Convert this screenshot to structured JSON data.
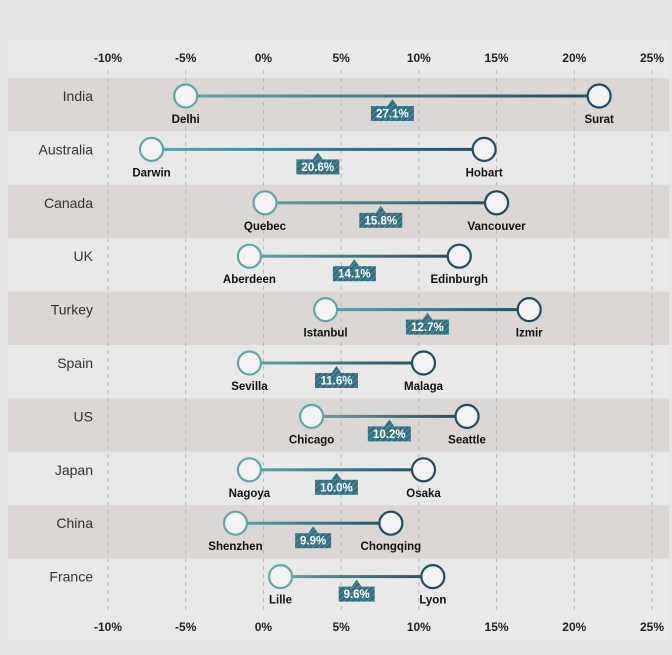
{
  "chart_data": {
    "type": "dumbbell",
    "title": "",
    "xlabel": "",
    "ylabel": "",
    "xlim": [
      -10,
      25
    ],
    "x_ticks": [
      "-10%",
      "-5%",
      "0%",
      "5%",
      "10%",
      "15%",
      "20%",
      "25%"
    ],
    "x_tick_values": [
      -10,
      -5,
      0,
      5,
      10,
      15,
      20,
      25
    ],
    "grid": "vertical-dashed",
    "colors": {
      "low": "#5ba8a8",
      "high": "#1f4e62",
      "band": "#dcd6d4",
      "background": "#e6e6e6",
      "badge": "#2f6e80"
    },
    "rows": [
      {
        "country": "India",
        "low_city": "Delhi",
        "low": -5.0,
        "high_city": "Surat",
        "high": 21.6,
        "diff": "27.1%"
      },
      {
        "country": "Australia",
        "low_city": "Darwin",
        "low": -7.2,
        "high_city": "Hobart",
        "high": 14.2,
        "diff": "20.6%"
      },
      {
        "country": "Canada",
        "low_city": "Quebec",
        "low": 0.1,
        "high_city": "Vancouver",
        "high": 15.0,
        "diff": "15.8%"
      },
      {
        "country": "UK",
        "low_city": "Aberdeen",
        "low": -0.9,
        "high_city": "Edinburgh",
        "high": 12.6,
        "diff": "14.1%"
      },
      {
        "country": "Turkey",
        "low_city": "Istanbul",
        "low": 4.0,
        "high_city": "Izmir",
        "high": 17.1,
        "diff": "12.7%"
      },
      {
        "country": "Spain",
        "low_city": "Sevilla",
        "low": -0.9,
        "high_city": "Malaga",
        "high": 10.3,
        "diff": "11.6%"
      },
      {
        "country": "US",
        "low_city": "Chicago",
        "low": 3.1,
        "high_city": "Seattle",
        "high": 13.1,
        "diff": "10.2%"
      },
      {
        "country": "Japan",
        "low_city": "Nagoya",
        "low": -0.9,
        "high_city": "Osaka",
        "high": 10.3,
        "diff": "10.0%"
      },
      {
        "country": "China",
        "low_city": "Shenzhen",
        "low": -1.8,
        "high_city": "Chongqing",
        "high": 8.2,
        "diff": "9.9%"
      },
      {
        "country": "France",
        "low_city": "Lille",
        "low": 1.1,
        "high_city": "Lyon",
        "high": 10.9,
        "diff": "9.6%"
      }
    ]
  }
}
